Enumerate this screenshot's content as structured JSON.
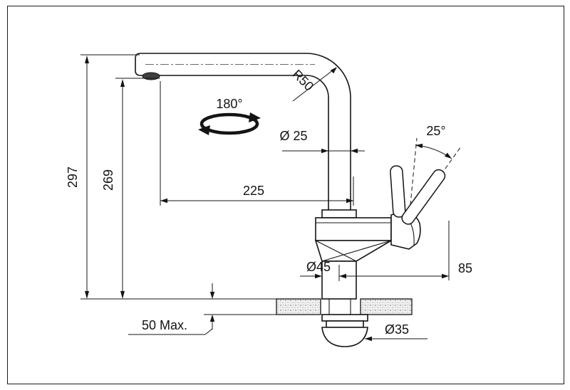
{
  "drawing": {
    "subject": "kitchen-faucet-dimension-drawing",
    "dims": {
      "overall_height": "297",
      "spout_height": "269",
      "swivel_angle": "180°",
      "bend_radius": "R50",
      "spout_tube_diameter": "Ø 25",
      "spout_reach": "225",
      "lever_angle": "25°",
      "lever_reach": "85",
      "base_diameter": "Ø45",
      "deck_max_thickness": "50 Max.",
      "mounting_hole_diameter": "Ø35"
    },
    "colors": {
      "line": "#141414",
      "background": "#ffffff",
      "counter_speckle": "#8a8a8a"
    }
  }
}
